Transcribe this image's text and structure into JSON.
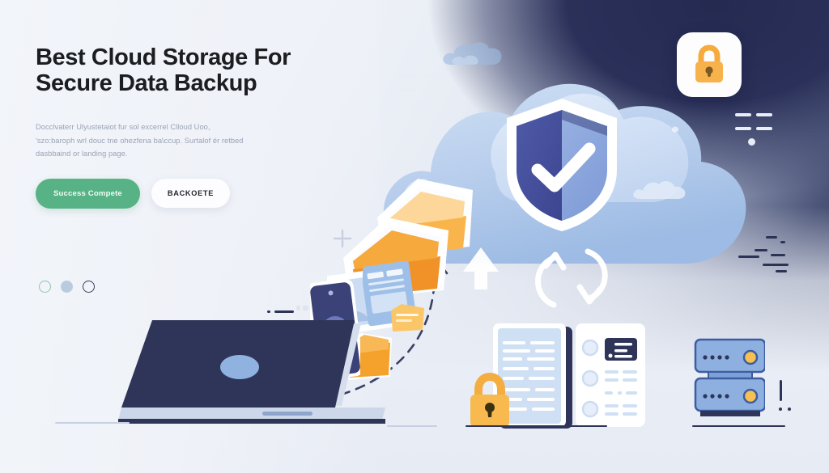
{
  "hero": {
    "headline": "Best Cloud Storage For Secure Data Backup",
    "subcopy": "Docclvaterr Ulyustetaiot fur sol excerrel Clloud Uoo, 'szo:baroph wrl douc tne ohezfena ba\\ccup. Surtalof ér retbed dasbbaind or landing page.",
    "primary_button": "Success Compete",
    "secondary_button": "BACKOETE",
    "carousel_dots": [
      {
        "name": "dot-one",
        "state": "outline-green"
      },
      {
        "name": "dot-two",
        "state": "filled-blue"
      },
      {
        "name": "dot-three",
        "state": "outline-dark"
      }
    ]
  },
  "illustration": {
    "alt": "cloud backup illustration",
    "elements": [
      "cloud",
      "shield-check",
      "padlock-card",
      "laptop",
      "smartphone",
      "green-document",
      "folder-stack",
      "photo-card",
      "sync-arrows",
      "dashed-upload-arrow",
      "server-rack",
      "document-panel",
      "padlock"
    ]
  },
  "colors": {
    "accent_green": "#57b285",
    "accent_orange": "#f5a93c",
    "navy": "#2e3558",
    "shield_blue": "#4a56a6",
    "cloud_blue": "#b9cdea",
    "background_light": "#eef1f7",
    "background_dark": "#242a50",
    "text_dark": "#1c1d21",
    "text_muted": "#9aa3b4"
  }
}
